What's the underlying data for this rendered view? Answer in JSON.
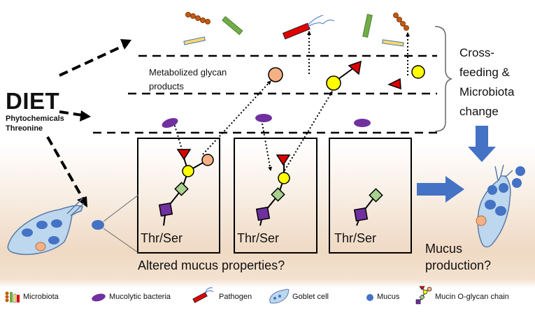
{
  "diet": {
    "title": "DIET",
    "sub1": "Phytochemicals",
    "sub2": "Threonine"
  },
  "glycan_products": {
    "line1": "Metabolized glycan",
    "line2": "products"
  },
  "crossfeeding": {
    "line1": "Cross-",
    "line2": "feeding &",
    "line3": "Microbiota",
    "line4": "change"
  },
  "panels": {
    "residue_label": "Thr/Ser"
  },
  "captions": {
    "altered": "Altered mucus properties?",
    "production_line1": "Mucus",
    "production_line2": "production?"
  },
  "legend": {
    "microbiota": "Microbiota",
    "mucolytic": "Mucolytic bacteria",
    "pathogen": "Pathogen",
    "goblet": "Goblet cell",
    "mucus": "Mucus",
    "glycan_chain": "Mucin O-glycan chain"
  },
  "colors": {
    "mucus_blue": "#4472c4",
    "purple_bacteria": "#7030a0",
    "fucose_red": "#e00000",
    "galactose_yellow": "#ffff00",
    "galnac_purple": "#7030a0",
    "glcnac_green": "#a9d18e",
    "arrow_blue": "#4472c4",
    "sugar_orange": "#f4b183"
  },
  "icons": [
    "goblet-cell-icon",
    "mucolytic-bacteria-icon",
    "pathogen-icon",
    "microbiota-icon",
    "mucus-icon",
    "glycan-chain-icon"
  ]
}
